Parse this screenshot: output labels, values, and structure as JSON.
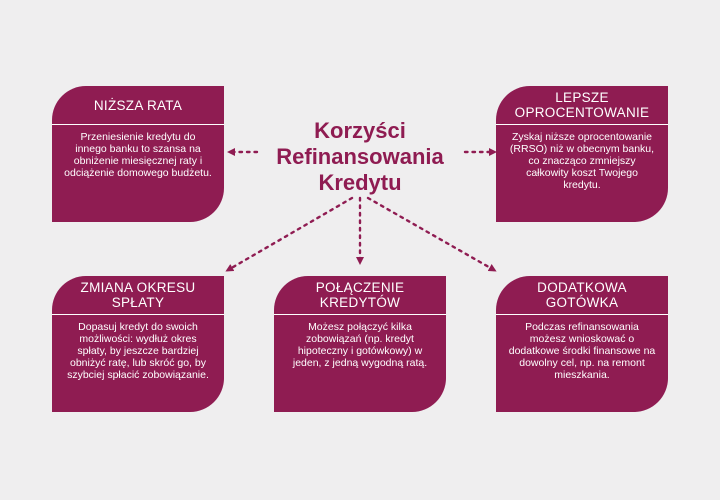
{
  "title": "Korzyści Refinansowania Kredytu",
  "colors": {
    "accent": "#8f1c52",
    "background": "#efeeef",
    "text_on_accent": "#ffffff"
  },
  "cards": [
    {
      "id": "nizsza-rata",
      "heading": "NIŻSZA RATA",
      "body": "Przeniesienie kredytu do innego banku to szansa na obniżenie miesięcznej raty i odciążenie domowego budżetu."
    },
    {
      "id": "lepsze-oprocentowanie",
      "heading": "LEPSZE OPROCENTOWANIE",
      "body": "Zyskaj niższe oprocentowanie (RRSO) niż w obecnym banku, co znacząco zmniejszy całkowity koszt Twojego kredytu."
    },
    {
      "id": "zmiana-okresu-splaty",
      "heading": "ZMIANA OKRESU SPŁATY",
      "body": "Dopasuj kredyt do swoich możliwości: wydłuż okres spłaty, by jeszcze bardziej obniżyć ratę, lub skróć go, by szybciej spłacić zobowiązanie."
    },
    {
      "id": "polaczenie-kredytow",
      "heading": "POŁĄCZENIE KREDYTÓW",
      "body": "Możesz połączyć kilka zobowiązań (np. kredyt hipoteczny i gotówkowy) w jeden, z jedną wygodną ratą."
    },
    {
      "id": "dodatkowa-gotowka",
      "heading": "DODATKOWA GOTÓWKA",
      "body": "Podczas refinansowania możesz wnioskować o dodatkowe środki finansowe na dowolny cel, np. na remont mieszkania."
    }
  ]
}
